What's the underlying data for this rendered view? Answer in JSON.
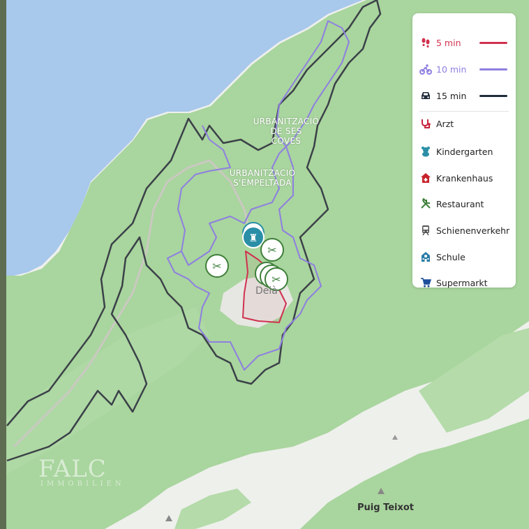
{
  "legend": {
    "travel": [
      {
        "label": "5 min",
        "icon": "walking-icon",
        "color": "#d0314f"
      },
      {
        "label": "10 min",
        "icon": "bicycle-icon",
        "color": "#8e7fe0"
      },
      {
        "label": "15 min",
        "icon": "car-icon",
        "color": "#1f2a3a"
      }
    ],
    "pois": [
      {
        "label": "Arzt",
        "icon": "stethoscope-icon",
        "color": "#c8233b"
      },
      {
        "label": "Kindergarten",
        "icon": "teddy-bear-icon",
        "color": "#2a8fa6"
      },
      {
        "label": "Krankenhaus",
        "icon": "hospital-icon",
        "color": "#c8232c"
      },
      {
        "label": "Restaurant",
        "icon": "fork-knife-icon",
        "color": "#3e7f3a"
      },
      {
        "label": "Schienenverkehr",
        "icon": "train-icon",
        "color": "#555555"
      },
      {
        "label": "Schule",
        "icon": "school-icon",
        "color": "#2a7ca6"
      },
      {
        "label": "Supermarkt",
        "icon": "shopping-cart-icon",
        "color": "#1d4f9c"
      }
    ]
  },
  "map_labels": {
    "urb1_line1": "URBANITZACIÓ",
    "urb1_line2": "DE SES",
    "urb1_line3": "COVES",
    "urb2_line1": "URBANITZACIÓ",
    "urb2_line2": "S'EMPELTADA",
    "town": "Deià",
    "peak": "Puig Teixot"
  },
  "logo": {
    "main": "FALC",
    "sub": "IMMOBILIEN"
  },
  "colors": {
    "sea": "#a8c8ec",
    "land": "#a9d59e",
    "mountain": "#f4f5f3",
    "road": "#b7b7b7"
  }
}
